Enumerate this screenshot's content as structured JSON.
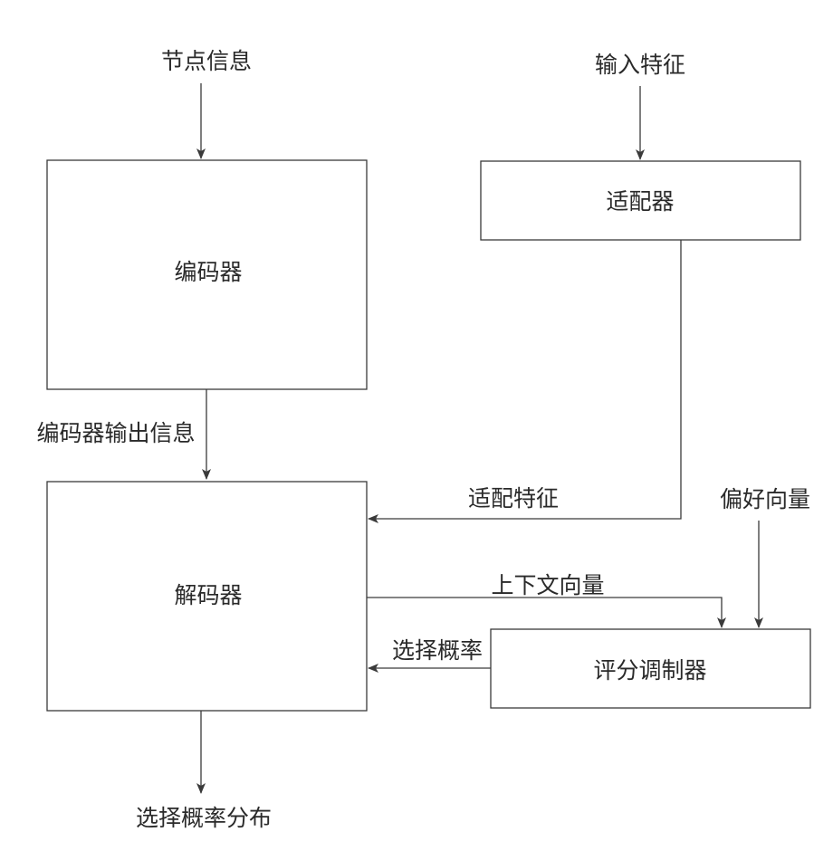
{
  "nodes": {
    "encoder": "编码器",
    "decoder": "解码器",
    "adapter": "适配器",
    "scoring_modulator": "评分调制器"
  },
  "inputs": {
    "node_info": "节点信息",
    "input_features": "输入特征",
    "preference_vector": "偏好向量"
  },
  "edges": {
    "encoder_output": "编码器输出信息",
    "adapted_features": "适配特征",
    "context_vector": "上下文向量",
    "selection_prob": "选择概率"
  },
  "outputs": {
    "selection_distribution": "选择概率分布"
  },
  "colors": {
    "stroke": "#3a3a3a",
    "text": "#2a2a2a",
    "background": "#ffffff"
  }
}
